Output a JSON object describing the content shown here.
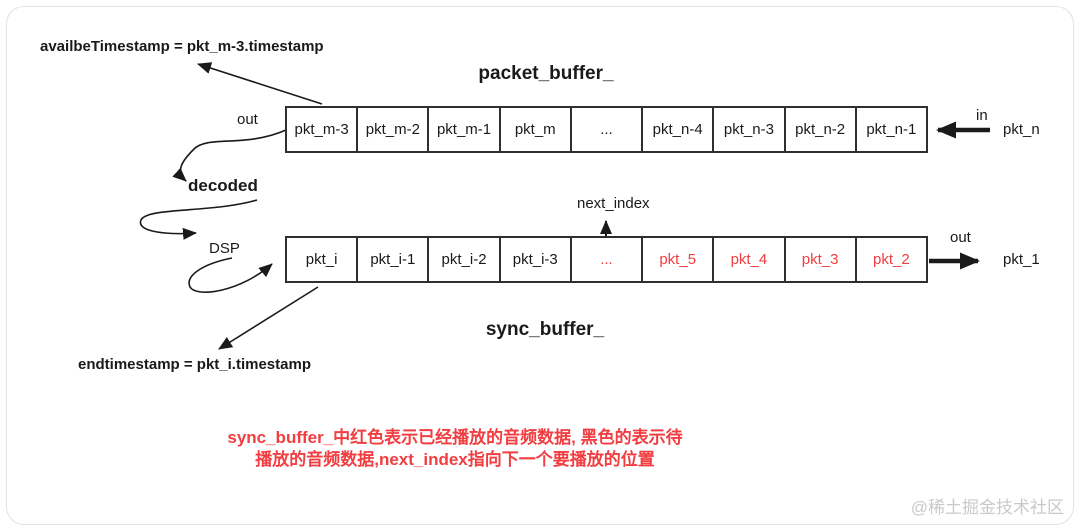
{
  "colors": {
    "red": "#f23d41",
    "line": "#1a1a1a",
    "card_border": "#e3e3e3",
    "cell_border": "#2f2f2f",
    "watermark_gray": "#c9c9c9"
  },
  "buffers": {
    "packet": {
      "title": "packet_buffer_",
      "cells": [
        {
          "label": "pkt_m-3",
          "red": false
        },
        {
          "label": "pkt_m-2",
          "red": false
        },
        {
          "label": "pkt_m-1",
          "red": false
        },
        {
          "label": "pkt_m",
          "red": false
        },
        {
          "label": "...",
          "red": false
        },
        {
          "label": "pkt_n-4",
          "red": false
        },
        {
          "label": "pkt_n-3",
          "red": false
        },
        {
          "label": "pkt_n-2",
          "red": false
        },
        {
          "label": "pkt_n-1",
          "red": false
        }
      ]
    },
    "sync": {
      "title": "sync_buffer_",
      "cells": [
        {
          "label": "pkt_i",
          "red": false
        },
        {
          "label": "pkt_i-1",
          "red": false
        },
        {
          "label": "pkt_i-2",
          "red": false
        },
        {
          "label": "pkt_i-3",
          "red": false
        },
        {
          "label": "...",
          "red": true
        },
        {
          "label": "pkt_5",
          "red": true
        },
        {
          "label": "pkt_4",
          "red": true
        },
        {
          "label": "pkt_3",
          "red": true
        },
        {
          "label": "pkt_2",
          "red": true
        }
      ]
    }
  },
  "annotations": {
    "availbe_note": "availbeTimestamp = pkt_m-3.timestamp",
    "end_note": "endtimestamp = pkt_i.timestamp",
    "out_top": "out",
    "in_top": "in",
    "pkt_n": "pkt_n",
    "decoded": "decoded",
    "dsp": "DSP",
    "next_index": "next_index",
    "out_bottom": "out",
    "pkt_1": "pkt_1"
  },
  "note": {
    "line1": "sync_buffer_中红色表示已经播放的音频数据, 黑色的表示待",
    "line2": "播放的音频数据,next_index指向下一个要播放的位置"
  },
  "watermark": "@稀土掘金技术社区"
}
